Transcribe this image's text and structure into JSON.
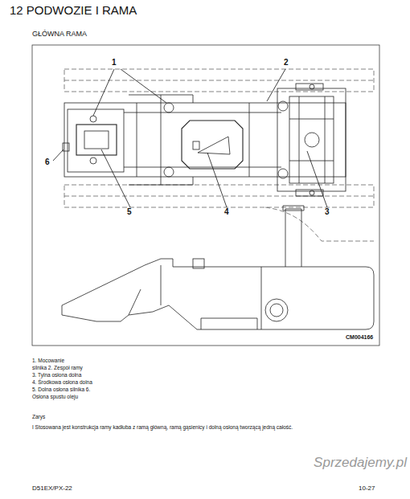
{
  "diagram": {
    "title": "12 PODWOZIE I RAMA",
    "labels": [
      "GŁÓWNA RAMA",
      "1",
      "2",
      "3",
      "4",
      "5",
      "6",
      "CM004166",
      "1. Mocowanie",
      "silnika 2. Zespół ramy",
      "3. Tylna osłona dolna",
      "4. Środkowa osłona dolna",
      "5. Dolna osłona silnika 6.",
      "Osłona spustu oleju",
      "Zarys",
      "I Stosowana jest konstrukcja ramy kadłuba z ramą główną, ramą gąsienicy i dolną osłoną tworzącą jedną całość.",
      "D51EX/PX-22",
      "10-27",
      "Sprzedajemy.pl"
    ]
  }
}
